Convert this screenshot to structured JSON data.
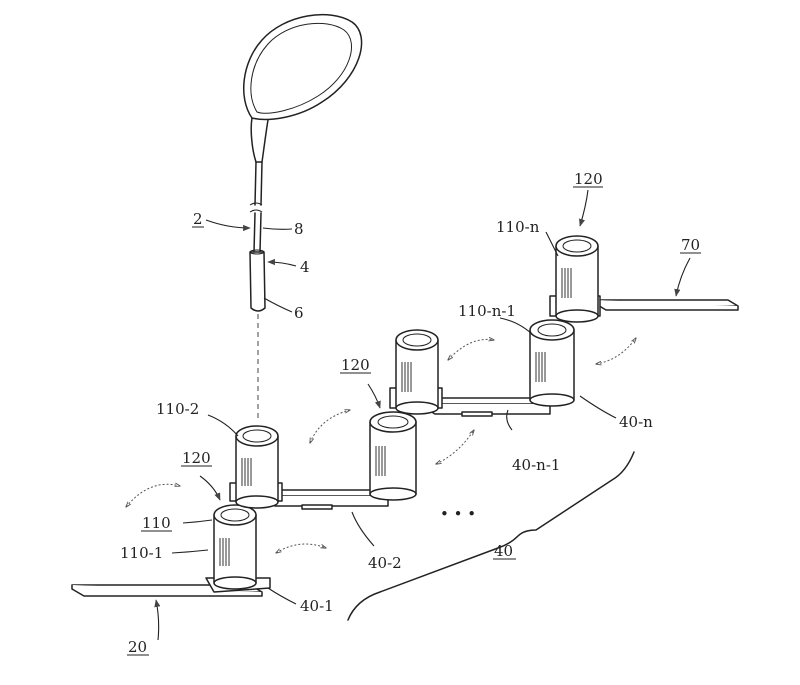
{
  "labels": {
    "club": "2",
    "shaft": "8",
    "grip": "4",
    "grip_end": "6",
    "ref120_top": "120",
    "l110n": "110-n",
    "ref70": "70",
    "l110n1": "110-n-1",
    "ref120_mid": "120",
    "l110_2": "110-2",
    "ref120_left": "120",
    "ref110": "110",
    "l110_1": "110-1",
    "ref20": "20",
    "l40_1": "40-1",
    "l40_2": "40-2",
    "l40n1": "40-n-1",
    "l40n": "40-n",
    "ref40": "40",
    "ellipsis": "• • •"
  }
}
